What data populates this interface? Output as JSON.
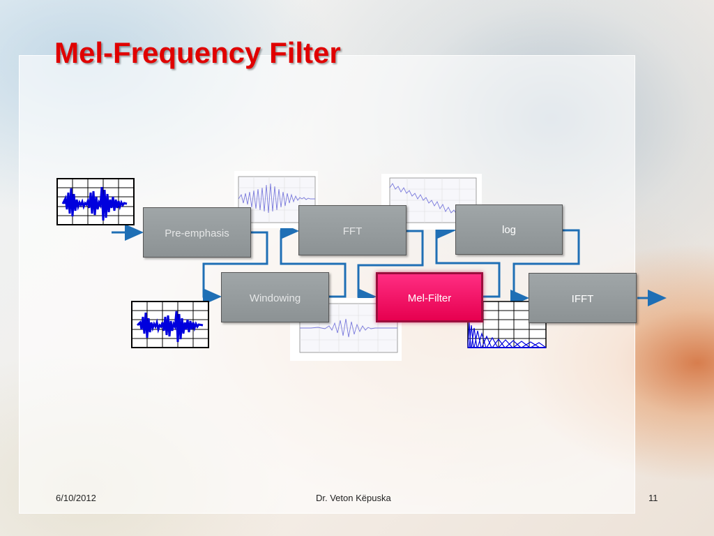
{
  "slide": {
    "title": "Mel-Frequency Filter",
    "footer": {
      "date": "6/10/2012",
      "author": "Dr. Veton Këpuska",
      "page": "11"
    }
  },
  "diagram": {
    "blocks": {
      "preemphasis": "Pre-emphasis",
      "fft": "FFT",
      "log": "log",
      "windowing": "Windowing",
      "melfilter": "Mel-Filter",
      "ifft": "IFFT"
    },
    "colors": {
      "title": "#e00000",
      "arrow": "#1f6fb5",
      "box": "#959b9d",
      "highlight": "#f0005f",
      "waveform": "#0000dd"
    }
  }
}
